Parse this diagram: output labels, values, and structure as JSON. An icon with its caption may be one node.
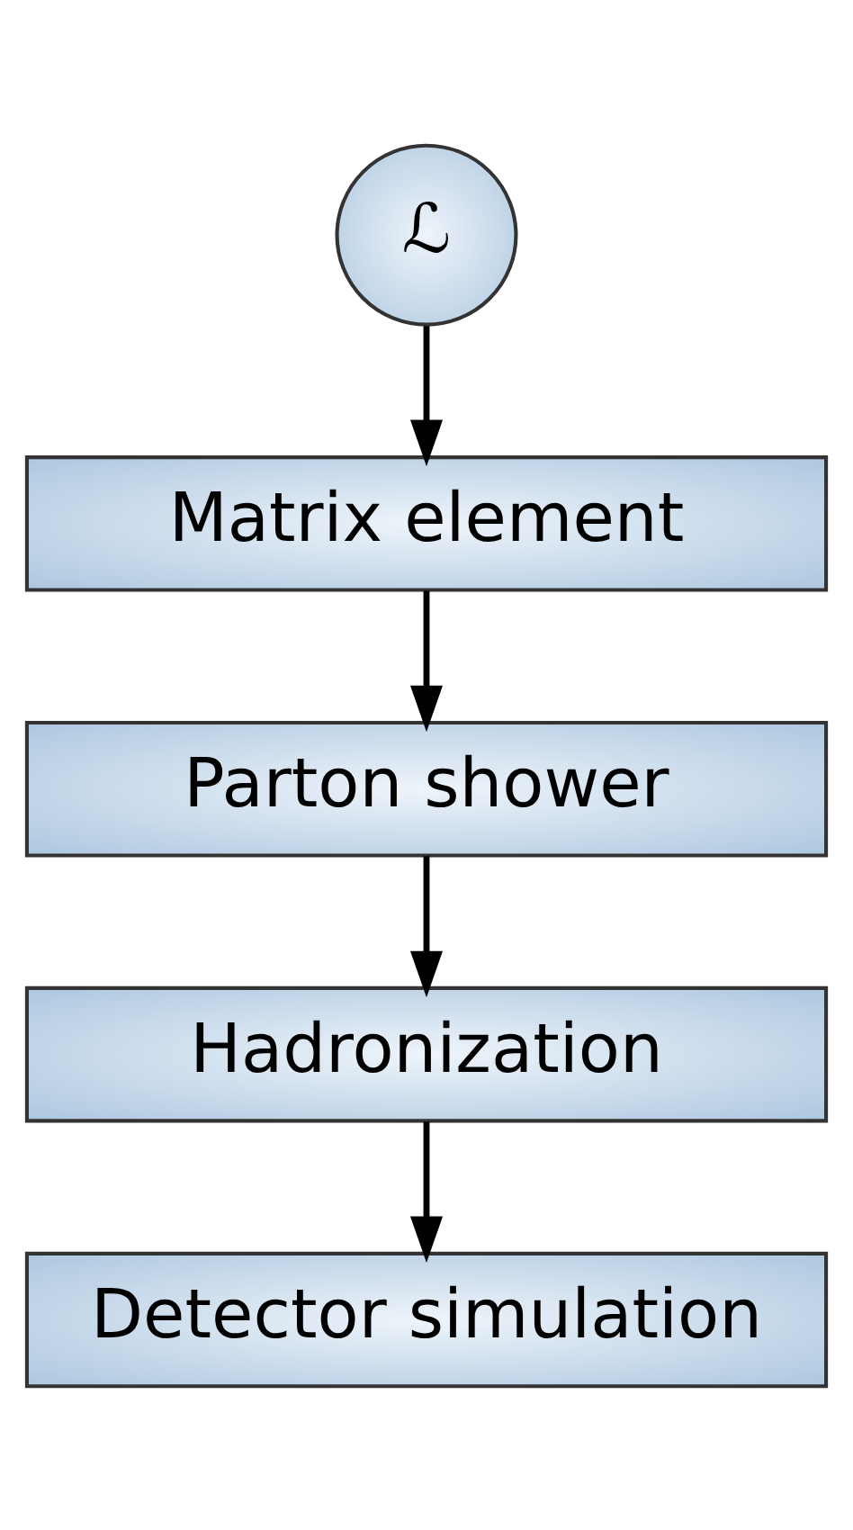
{
  "diagram": {
    "nodes": [
      {
        "text": [
          "ℒ"
        ]
      },
      {
        "text": [
          "Matrix element"
        ]
      },
      {
        "text": [
          "Parton shower"
        ]
      },
      {
        "text": [
          "Hadronization"
        ]
      },
      {
        "text": [
          "Detector simulation"
        ]
      }
    ],
    "edges": [
      {
        "from": 0,
        "to": 1,
        "arrow": "to"
      },
      {
        "from": 1,
        "to": 2,
        "arrow": "to"
      },
      {
        "from": 2,
        "to": 3,
        "arrow": "to"
      },
      {
        "from": 3,
        "to": 4,
        "arrow": "to"
      }
    ]
  }
}
